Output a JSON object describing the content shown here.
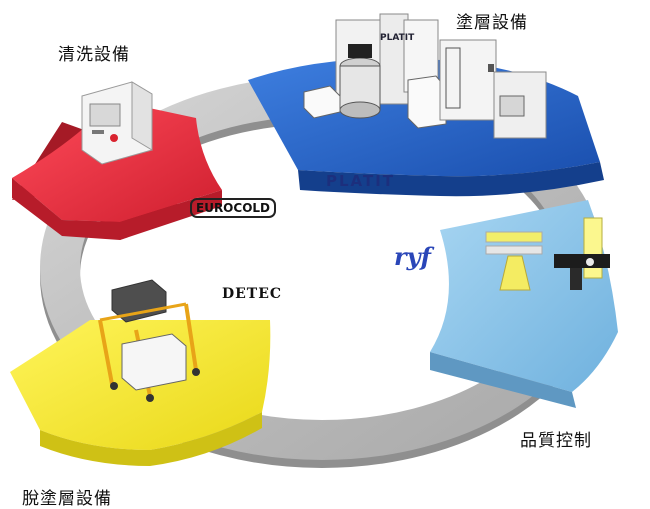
{
  "stages": {
    "cleaning": "清洗設備",
    "coating": "塗層設備",
    "quality": "品質控制",
    "decoating": "脫塗層設備"
  },
  "brands": {
    "eurocold": "EUROCOLD",
    "platit": "PLATIT",
    "ryf": "ryf",
    "detec": "DETEC"
  },
  "colors": {
    "cleaning": "#e8303f",
    "coating": "#1f5fc7",
    "quality": "#8cc6ea",
    "decoating": "#f5e92a",
    "ring": "#bdbdbd"
  }
}
